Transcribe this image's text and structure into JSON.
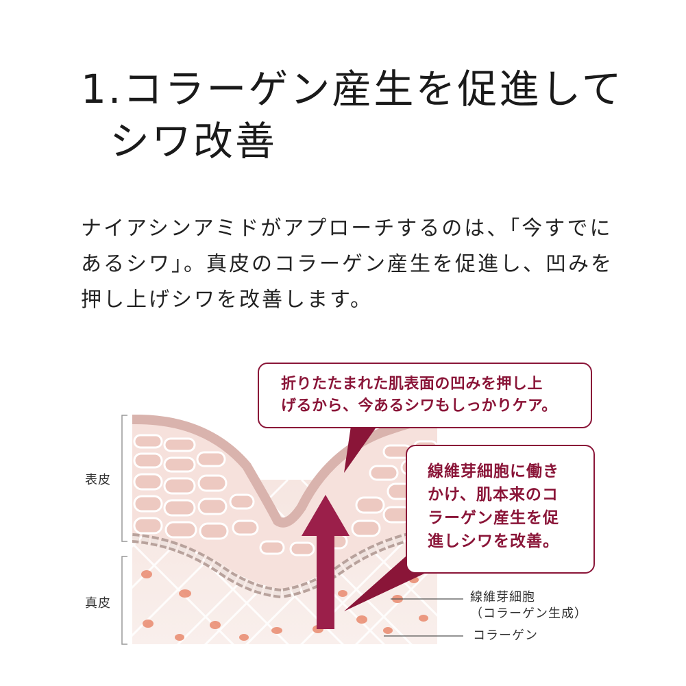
{
  "heading": {
    "line1": "1.コラーゲン産生を促進して",
    "line2": "シワ改善"
  },
  "description": {
    "line1": "ナイアシンアミドがアプローチするのは、「今すでに",
    "line2": "あるシワ」。真皮のコラーゲン産生を促進し、凹みを",
    "line3": "押し上げシワを改善します。"
  },
  "diagram": {
    "callout_top": {
      "line1": "折りたたまれた肌表面の凹みを押し上",
      "line2": "げるから、今あるシワもしっかりケア。"
    },
    "callout_right": {
      "line1": "線維芽細胞に働き",
      "line2": "かけ、肌本来のコ",
      "line3": "ラーゲン産生を促",
      "line4": "進しシワを改善。"
    },
    "layer_labels": {
      "epidermis": "表皮",
      "dermis": "真皮"
    },
    "legend": {
      "fibroblast_line1": "線維芽細胞",
      "fibroblast_line2": "（コラーゲン生成）",
      "collagen": "コラーゲン"
    },
    "colors": {
      "accent": "#8a1538",
      "skin_surface": "#d9b3ad",
      "cell_fill": "#f3dcd6",
      "fibroblast": "#e98a6e",
      "arrow": "#9b1f4a"
    }
  }
}
